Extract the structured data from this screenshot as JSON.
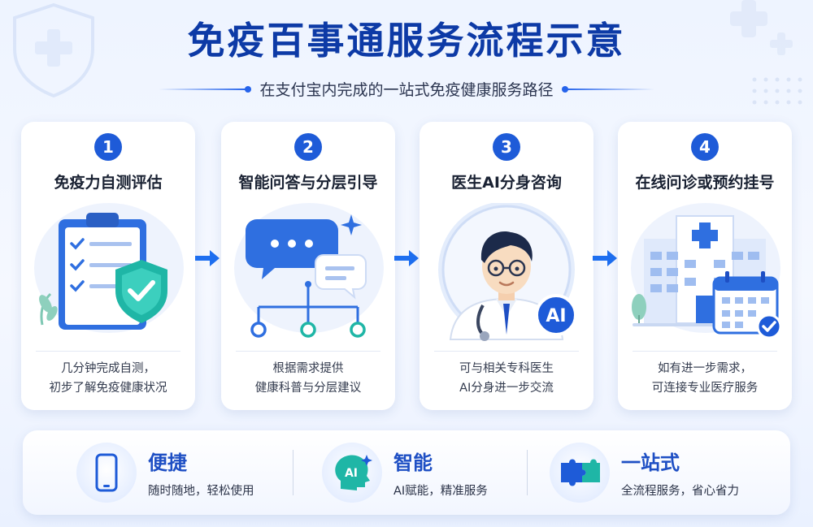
{
  "header": {
    "title": "免疫百事通服务流程示意",
    "subtitle": "在支付宝内完成的一站式免疫健康服务路径"
  },
  "steps": [
    {
      "number": "1",
      "title": "免疫力自测评估",
      "desc_line1": "几分钟完成自测，",
      "desc_line2": "初步了解免疫健康状况",
      "illustration": "clipboard-shield-icon"
    },
    {
      "number": "2",
      "title": "智能问答与分层引导",
      "desc_line1": "根据需求提供",
      "desc_line2": "健康科普与分层建议",
      "illustration": "chat-tree-icon"
    },
    {
      "number": "3",
      "title": "医生AI分身咨询",
      "desc_line1": "可与相关专科医生",
      "desc_line2": "AI分身进一步交流",
      "illustration": "doctor-avatar-icon",
      "badge": "AI"
    },
    {
      "number": "4",
      "title": "在线问诊或预约挂号",
      "desc_line1": "如有进一步需求，",
      "desc_line2": "可连接专业医疗服务",
      "illustration": "hospital-calendar-icon"
    }
  ],
  "features": [
    {
      "title": "便捷",
      "desc": "随时随地，轻松使用",
      "icon": "phone-icon"
    },
    {
      "title": "智能",
      "desc": "AI赋能，精准服务",
      "icon": "ai-head-icon",
      "icon_text": "AI"
    },
    {
      "title": "一站式",
      "desc": "全流程服务，省心省力",
      "icon": "puzzle-icon"
    }
  ],
  "colors": {
    "primary": "#1e5bd8",
    "title": "#0d3aa6",
    "accent_teal": "#1fb6a6",
    "light_blue": "#dbe7ff"
  }
}
